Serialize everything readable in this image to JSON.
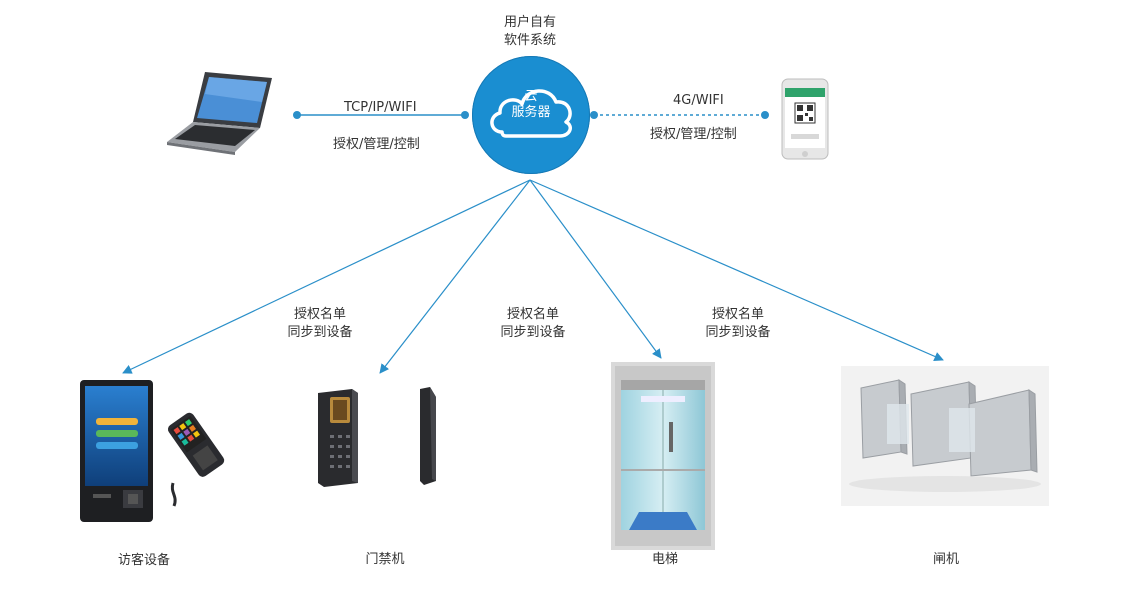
{
  "server": {
    "title_line1": "用户自有",
    "title_line2": "软件系统",
    "cloud_line1": "云",
    "cloud_line2": "服务器",
    "color": "#1a8ed1"
  },
  "links": {
    "left_protocol": "TCP/IP/WIFI",
    "left_desc": "授权/管理/控制",
    "right_protocol": "4G/WIFI",
    "right_desc": "授权/管理/控制"
  },
  "sync_labels": [
    {
      "line1": "授权名单",
      "line2": "同步到设备"
    },
    {
      "line1": "授权名单",
      "line2": "同步到设备"
    },
    {
      "line1": "授权名单",
      "line2": "同步到设备"
    }
  ],
  "devices": {
    "visitor": "访客设备",
    "access": "门禁机",
    "elevator": "电梯",
    "gate": "闸机"
  },
  "colors": {
    "line": "#2a8fc9",
    "text": "#333333"
  }
}
